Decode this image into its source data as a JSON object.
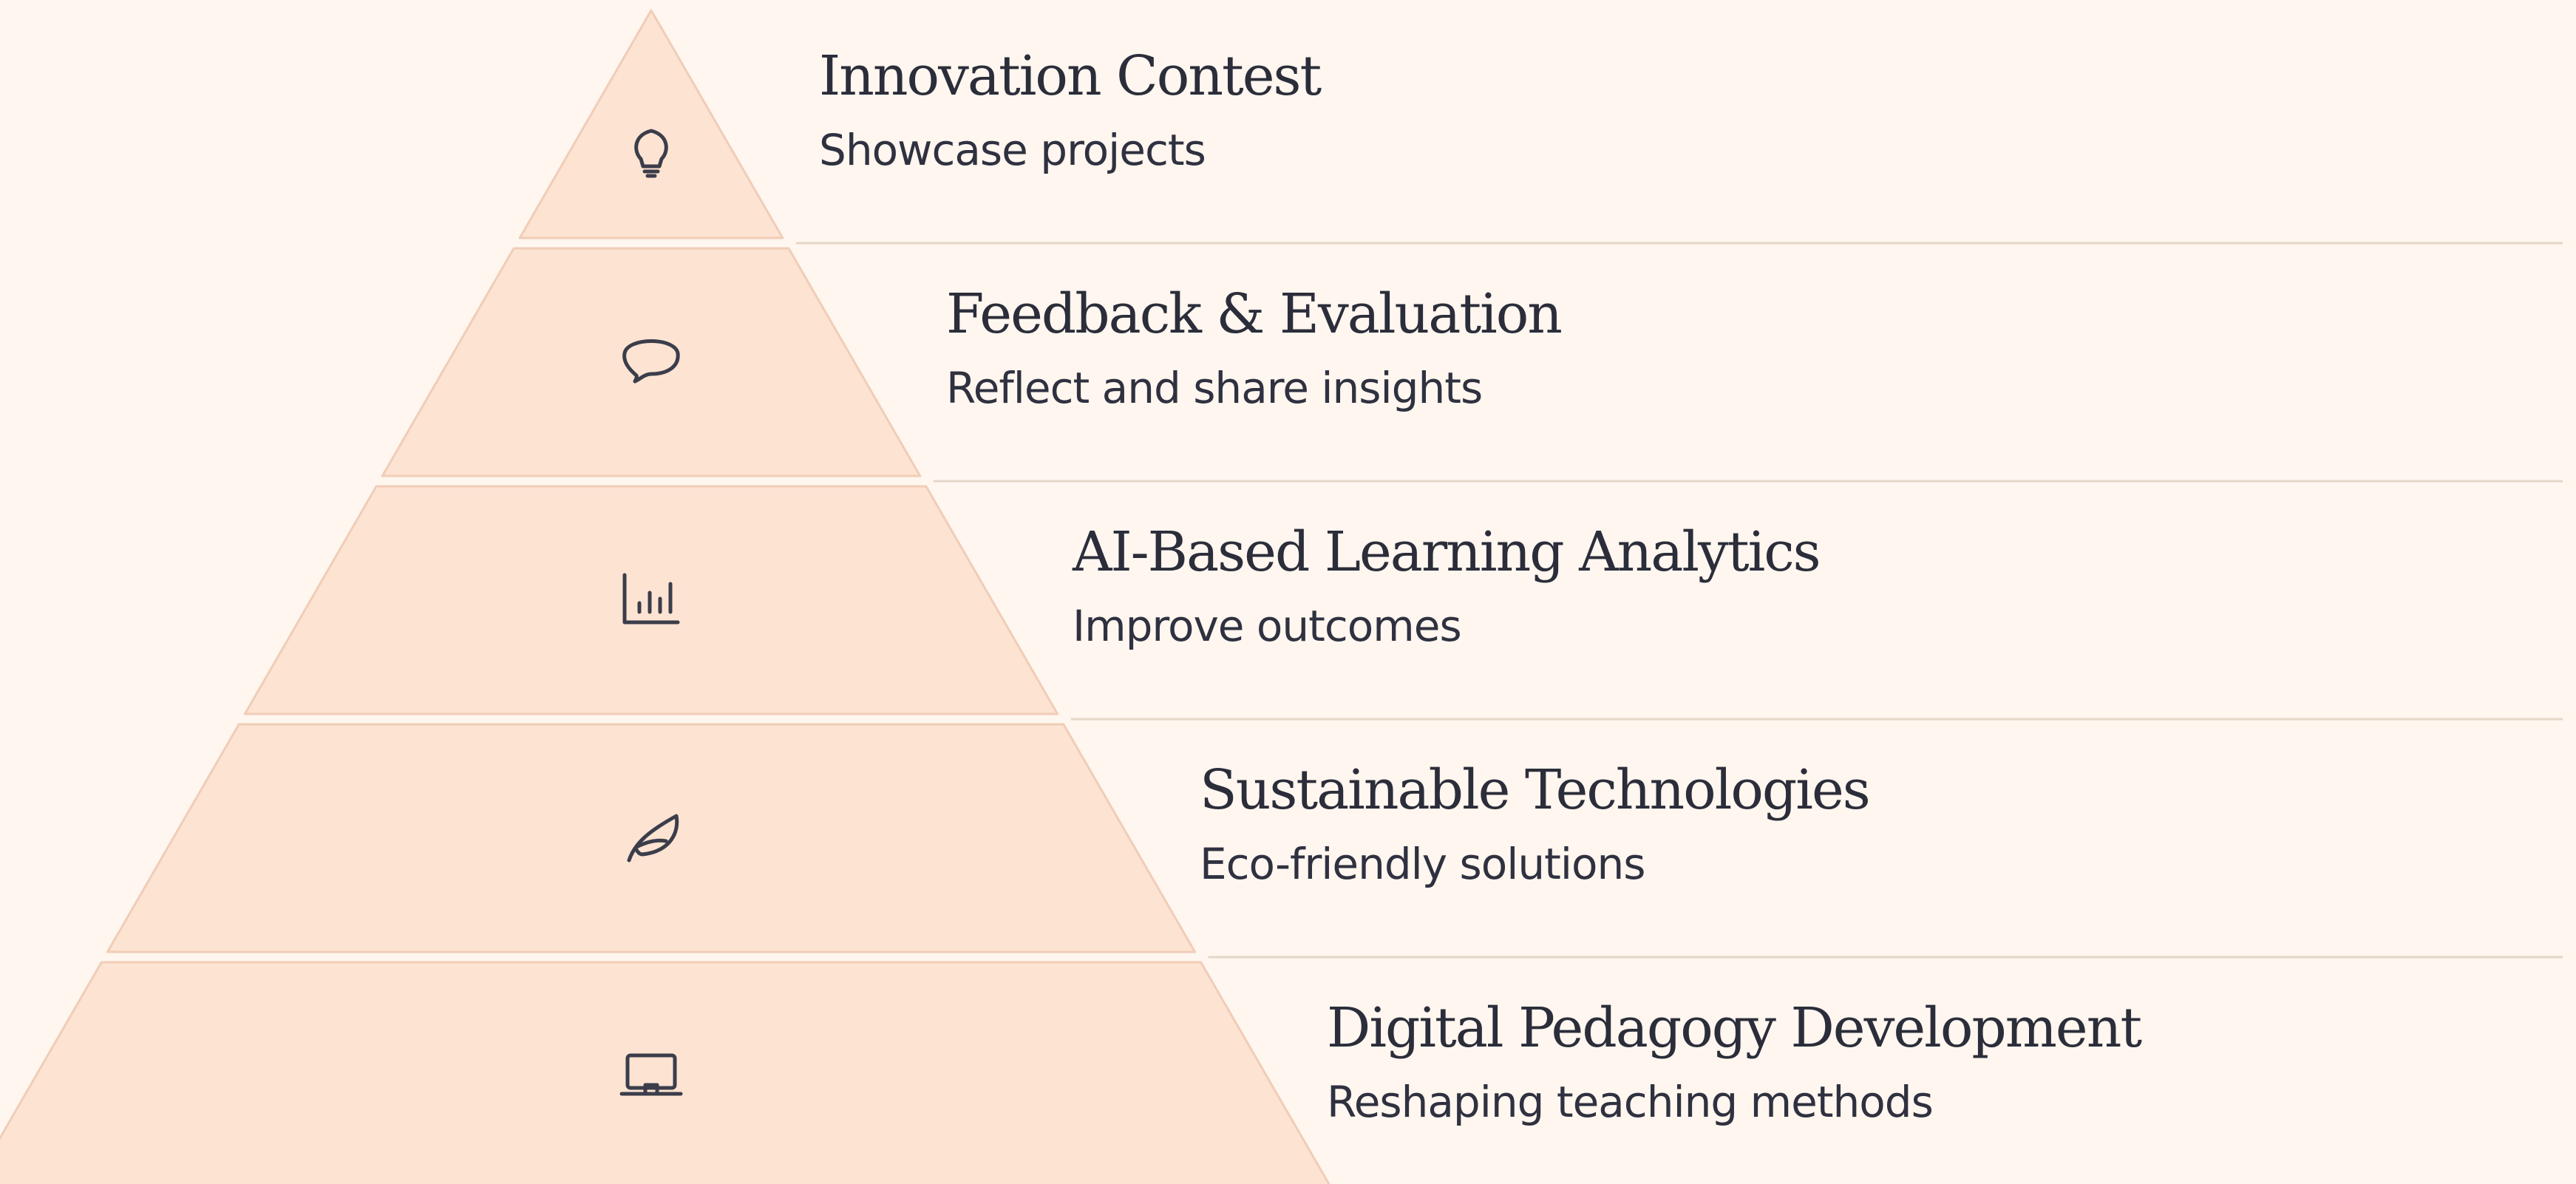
{
  "colors": {
    "background": "#fef6ef",
    "segment_fill": "#fde3d2",
    "segment_edge": "#f0cdb7",
    "divider": "#e4d7c8",
    "text": "#2b2d3a",
    "icon": "#3b3d4a"
  },
  "tiers": [
    {
      "title": "Innovation Contest",
      "subtitle": "Showcase projects",
      "icon": "lightbulb-icon"
    },
    {
      "title": "Feedback & Evaluation",
      "subtitle": "Reflect and share insights",
      "icon": "speech-bubble-icon"
    },
    {
      "title": "AI-Based Learning Analytics",
      "subtitle": "Improve outcomes",
      "icon": "bar-chart-icon"
    },
    {
      "title": "Sustainable Technologies",
      "subtitle": "Eco-friendly solutions",
      "icon": "leaf-icon"
    },
    {
      "title": "Digital Pedagogy Development",
      "subtitle": "Reshaping teaching methods",
      "icon": "laptop-icon"
    }
  ]
}
